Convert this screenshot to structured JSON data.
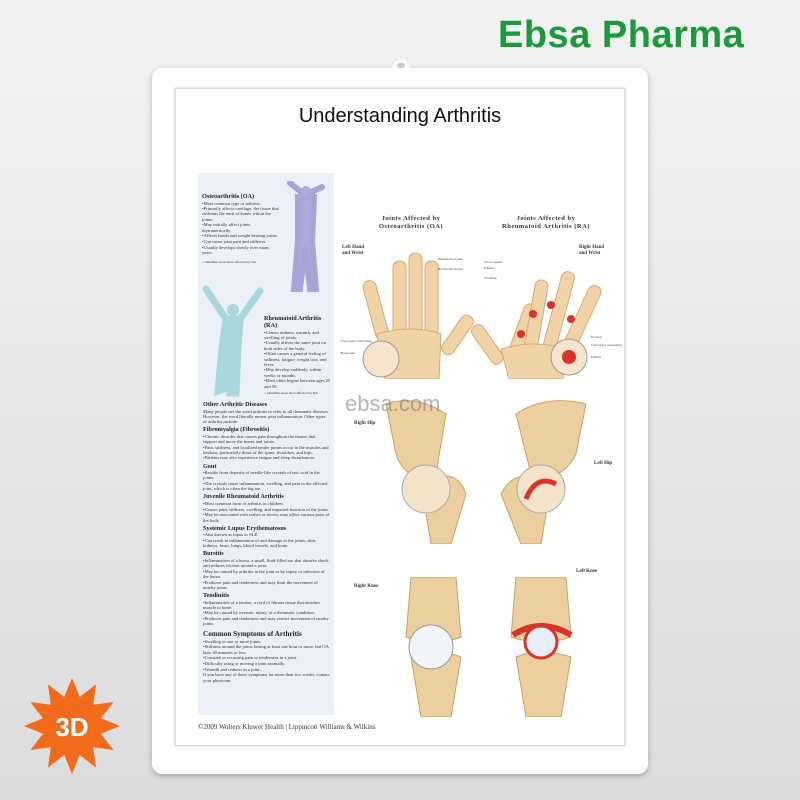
{
  "brand": {
    "name": "Ebsa Pharma",
    "color": "#1a9a3a",
    "badge": "3D",
    "badge_color": "#f26a1b",
    "watermark": "ebsa.com"
  },
  "poster": {
    "title": "Understanding Arthritis",
    "footer": "©2009 Wolters Kluwer Health | Lippincott Williams & Wilkins",
    "oa": {
      "heading": "Osteoarthritis (OA)",
      "bullets": [
        "•Most common type of arthritis.",
        "•Primarily affects cartilage, the tissue that cushions the ends of bones within the joints.",
        "•May initially affect joints asymmetrically.",
        "•Affects hands and weight bearing joints.",
        "•Can cause joint pain and stiffness.",
        "•Usually develops slowly over many years."
      ],
      "legend": "= identifies areas most affected by OA"
    },
    "ra": {
      "heading": "Rheumatoid Arthritis (RA)",
      "bullets": [
        "•Causes redness, warmth, and swelling of joints.",
        "•Usually affects the same joint on both sides of the body.",
        "•Often causes a general feeling of sickness, fatigue, weight loss, and fever.",
        "•May develop suddenly, within weeks or months.",
        "•Most often begins between ages 25 and 50."
      ],
      "legend": "= identifies areas most affected by RA"
    },
    "other": {
      "heading": "Other Arthritic Diseases",
      "intro": "Many people use the word arthritis to refer to all rheumatic diseases. However, the word literally means joint inflammation. Other types of arthritis include:",
      "diseases": [
        {
          "name": "Fibromyalgia (Fibrositis)",
          "bullets": [
            "•Chronic disorder that causes pain throughout the tissues that support and move the bones and joints.",
            "•Pain, stiffness, and localized tender points occur in the muscles and tendons, particularly those of the spine, shoulders, and hips.",
            "•Patients may also experience fatigue and sleep disturbances."
          ]
        },
        {
          "name": "Gout",
          "bullets": [
            "•Results from deposits of needle-like crystals of uric acid in the joints.",
            "•The crystals cause inflammation, swelling, and pain in the affected joint, which is often the big toe."
          ]
        },
        {
          "name": "Juvenile Rheumatoid Arthritis",
          "bullets": [
            "•Most common form of arthritis in children.",
            "•Causes pain, stiffness, swelling, and impaired function of the joints.",
            "•May be associated with rashes or fevers; may affect various parts of the body."
          ]
        },
        {
          "name": "Systemic Lupus Erythematosus",
          "bullets": [
            "•Also known as lupus or SLE.",
            "•Can result in inflammation of and damage to the joints, skin, kidneys, heart, lungs, blood vessels, and brain."
          ]
        },
        {
          "name": "Bursitis",
          "bullets": [
            "•Inflammation of a bursa, a small, fluid-filled sac that absorbs shock and reduces friction around a joint.",
            "•May be caused by arthritis in the joint or by injury or infection of the bursa.",
            "•Produces pain and tenderness and may limit the movement of nearby joints."
          ]
        },
        {
          "name": "Tendinitis",
          "bullets": [
            "•Inflammation of a tendon, a cord of fibrous tissue that attaches muscle to bone.",
            "•May be caused by overuse, injury, or a rheumatic condition.",
            "•Produces pain and tenderness and may restrict movement of nearby joints."
          ]
        }
      ]
    },
    "symptoms": {
      "heading": "Common Symptoms of Arthritis",
      "bullets": [
        "•Swelling in one or more joints.",
        "•Stiffness around the joints lasting at least one hour or more, but OA lasts 30 minutes or less.",
        "•Constant or recurring pain or tenderness in a joint.",
        "•Difficulty using or moving a joint normally.",
        "•Warmth and redness in a joint."
      ],
      "note": "If you have any of these symptoms for more than two weeks, contact your physician."
    },
    "figures": {
      "oa_header": "Joints Affected by Osteoarthritis (OA)",
      "ra_header": "Joints Affected by Rheumatoid Arthritis (RA)",
      "left_hand": "Left Hand and Wrist",
      "right_hand": "Right Hand and Wrist",
      "right_hip": "Right Hip",
      "left_hip": "Left Hip",
      "right_knee": "Right Knee",
      "left_knee": "Left Knee",
      "oa_hand_labels": [
        "Heberden's nodes",
        "Bouchard's nodes",
        "Joint space narrowing",
        "Bone spur"
      ],
      "ra_hand_labels": [
        "Joint capsule",
        "Pannus",
        "Swelling",
        "Erosion",
        "Joint space narrowing",
        "Pannus"
      ]
    }
  }
}
